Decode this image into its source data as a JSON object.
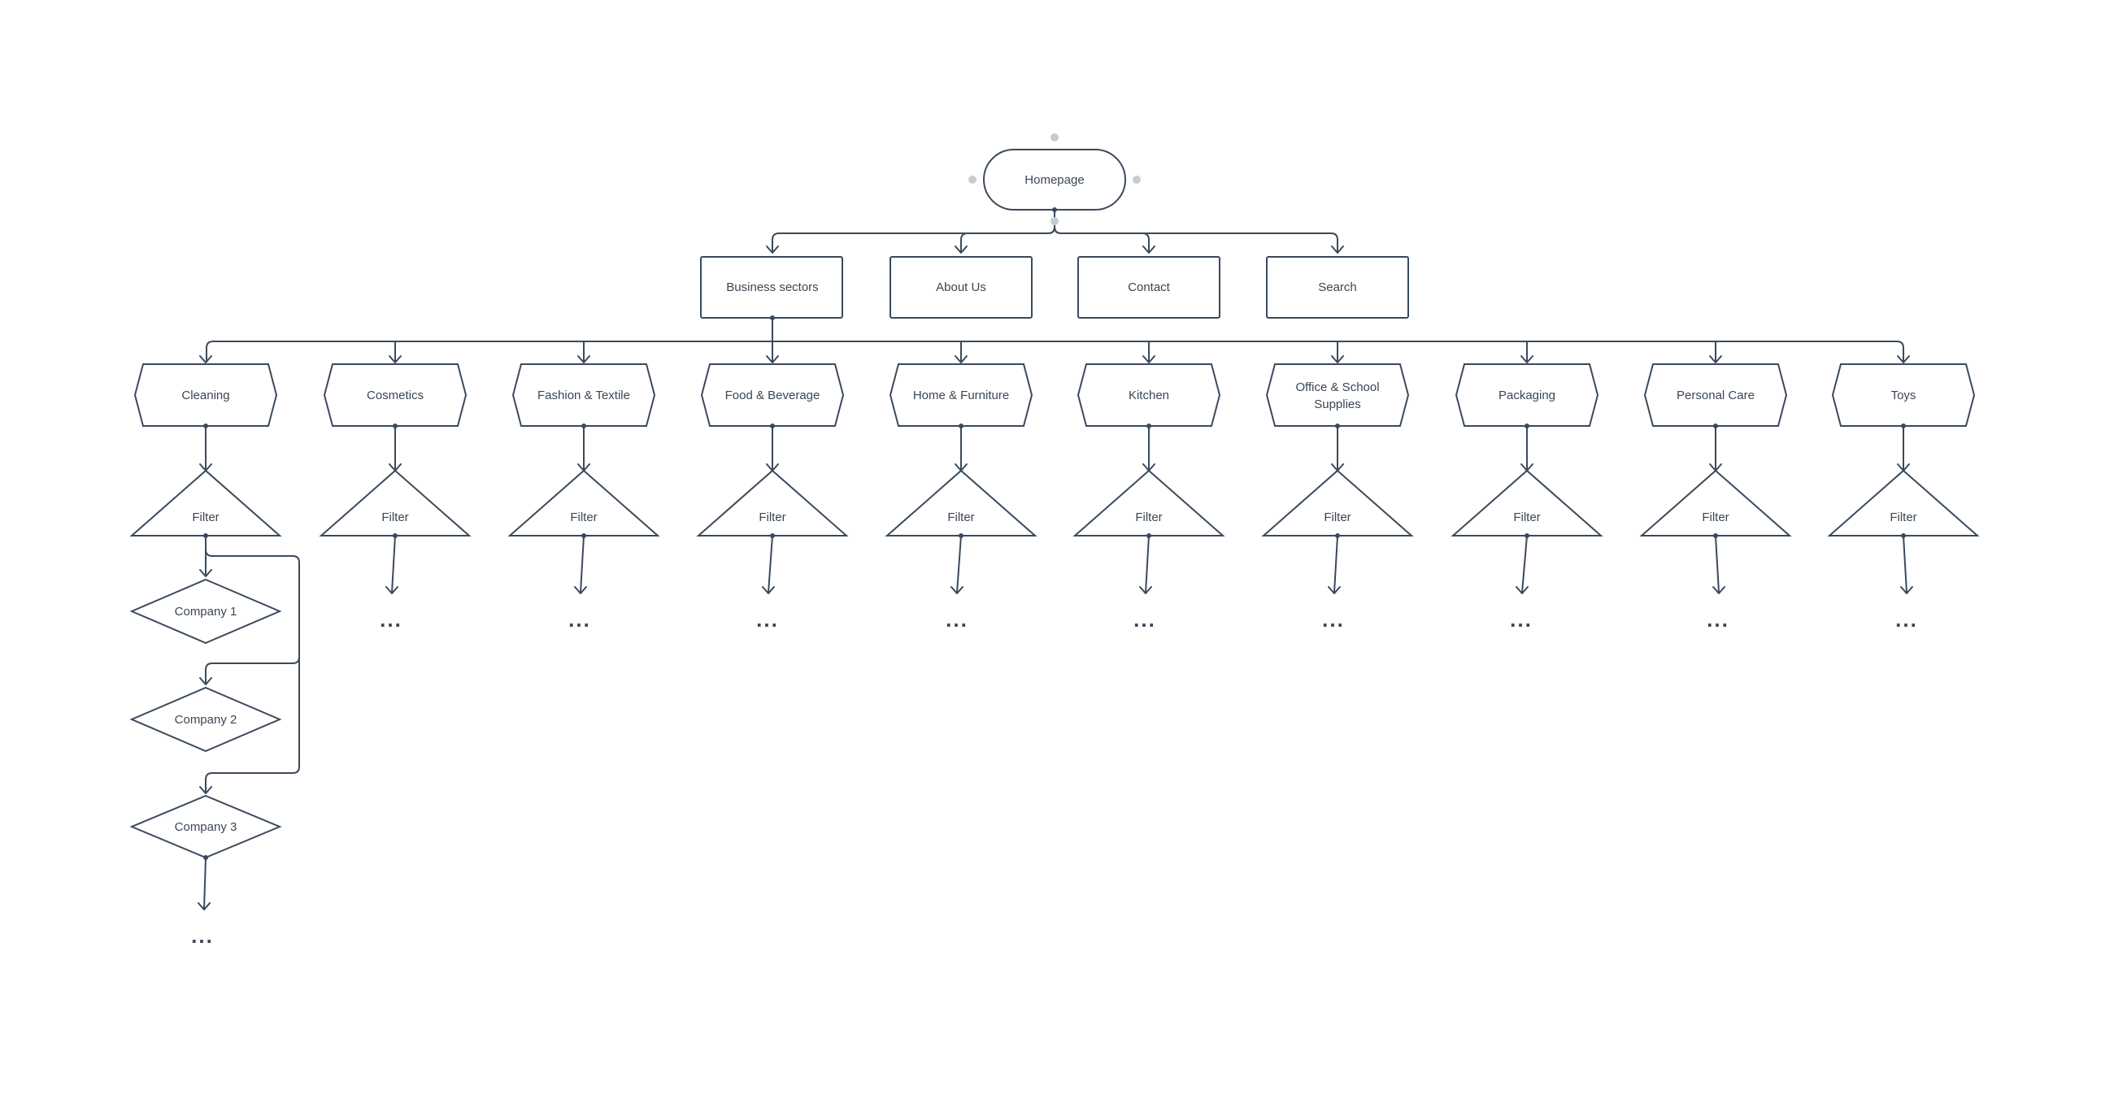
{
  "diagram": {
    "root": {
      "label": "Homepage"
    },
    "top_nodes": [
      {
        "label": "Business sectors"
      },
      {
        "label": "About Us"
      },
      {
        "label": "Contact"
      },
      {
        "label": "Search"
      }
    ],
    "sectors": [
      {
        "label": "Cleaning"
      },
      {
        "label": "Cosmetics"
      },
      {
        "label": "Fashion & Textile"
      },
      {
        "label": "Food & Beverage"
      },
      {
        "label": "Home & Furniture"
      },
      {
        "label": "Kitchen"
      },
      {
        "label": "Office & School Supplies",
        "lines": [
          "Office & School",
          "Supplies"
        ]
      },
      {
        "label": "Packaging"
      },
      {
        "label": "Personal Care"
      },
      {
        "label": "Toys"
      }
    ],
    "filter_label": "Filter",
    "ellipsis": "...",
    "companies": [
      {
        "label": "Company 1"
      },
      {
        "label": "Company 2"
      },
      {
        "label": "Company 3"
      }
    ],
    "colors": {
      "stroke": "#3a4a5c",
      "text": "#3a4654",
      "handle": "#c7ccd3"
    }
  }
}
